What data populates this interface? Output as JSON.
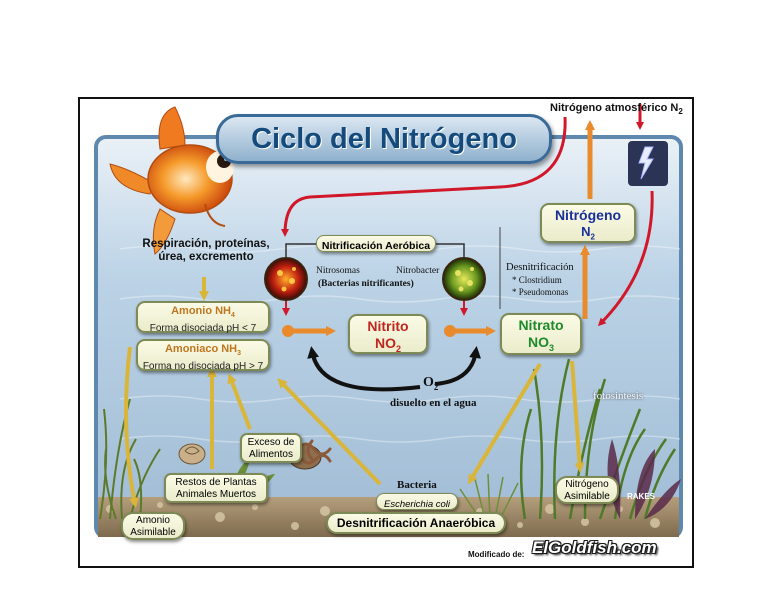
{
  "diagram": {
    "title": "Ciclo del Nitrógeno",
    "atmospheric_nitrogen": "Nitrógeno atmosférico N",
    "atmospheric_nitrogen_sub": "2",
    "fish_source_line1": "Respiración, proteínas,",
    "fish_source_line2": "úrea, excremento",
    "amonio_title": "Amonio NH",
    "amonio_title_sub": "4",
    "amonio_desc": "Forma disociada pH < 7",
    "amoniaco_title": "Amoniaco NH",
    "amoniaco_title_sub": "3",
    "amoniaco_desc": "Forma no disociada pH > 7",
    "nitrificacion": "Nitrificación Aeróbica",
    "nitrosomas": "Nitrosomas",
    "nitrobacter": "Nitrobacter",
    "bacterias_nitrificantes": "(Bacterias nitrificantes)",
    "nitrito_title": "Nitrito",
    "nitrito_formula": "NO",
    "nitrito_formula_sub": "2",
    "nitrato_title": "Nitrato",
    "nitrato_formula": "NO",
    "nitrato_formula_sub": "3",
    "nitrogeno_box_title": "Nitrógeno",
    "nitrogeno_box_formula": "N",
    "nitrogeno_box_sub": "2",
    "desnitrificacion": "Desnitrificación",
    "clostridium": "* Clostridium",
    "pseudomonas": "* Pseudomonas",
    "oxygen": "O",
    "oxygen_sub": "2",
    "oxygen_desc": "disuelto en el agua",
    "fotosintesis": "fotosintesis",
    "exceso_line1": "Exceso de",
    "exceso_line2": "Alimentos",
    "restos_line1": "Restos de Plantas",
    "restos_line2": "Animales Muertos",
    "amonio_asimilable_line1": "Amonio",
    "amonio_asimilable_line2": "Asimilable",
    "bacteria": "Bacteria",
    "escherichia": "Escherichia coli",
    "nitrogeno_asimilable_line1": "Nitrógeno",
    "nitrogeno_asimilable_line2": "Asimilable",
    "desnitrificacion_anaerobica": "Desnitrificación Anaeróbica",
    "modificado": "Modificado de:",
    "logo": "ElGoldfish.com",
    "rakes": "RAKES"
  },
  "colors": {
    "water": "#bcd3e6",
    "title_text": "#154b7c",
    "red_arrow": "#d0182a",
    "orange_arrow": "#e98a2c",
    "yellow_arrow": "#d9b53a",
    "nitrito_text": "#c0261f",
    "nitrato_text": "#1e8a2a",
    "nitrogeno_text": "#1a2f9a"
  }
}
